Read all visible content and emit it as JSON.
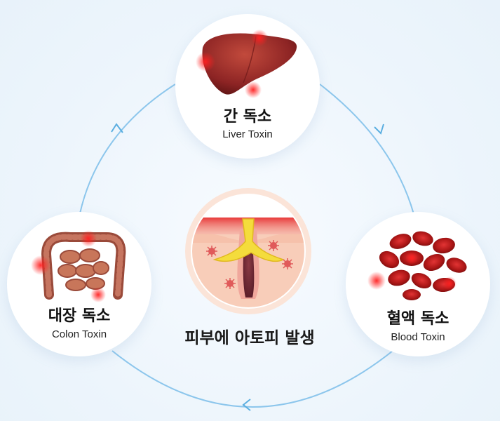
{
  "nodes": {
    "liver": {
      "title_ko": "간 독소",
      "title_en": "Liver Toxin"
    },
    "colon": {
      "title_ko": "대장 독소",
      "title_en": "Colon Toxin"
    },
    "blood": {
      "title_ko": "혈액 독소",
      "title_en": "Blood Toxin"
    }
  },
  "center": {
    "label": "피부에 아토피 발생"
  },
  "colors": {
    "cycle_line": "#8cc6ec",
    "organ_red": "#a5292a",
    "toxin_glow": "#ff2a2a",
    "skin_pink": "#f7c8b5",
    "sebum_yellow": "#f4dc3c"
  }
}
